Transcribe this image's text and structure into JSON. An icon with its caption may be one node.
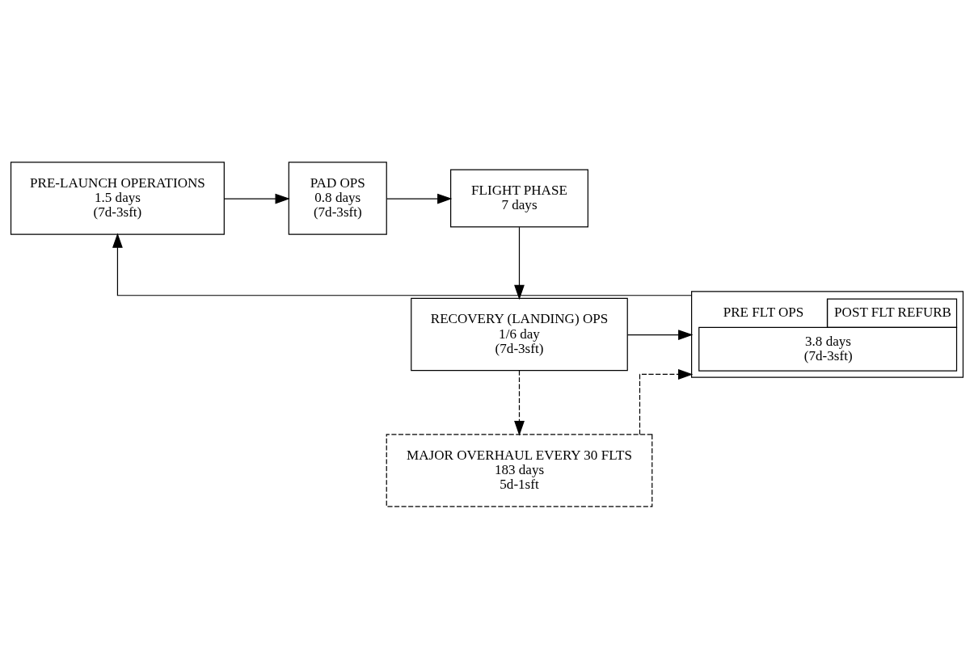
{
  "diagram": {
    "nodes": [
      {
        "text": [
          "PRE-LAUNCH OPERATIONS",
          "1.5 days",
          "(7d-3sft)"
        ]
      },
      {
        "text": [
          "PAD OPS",
          "0.8 days",
          "(7d-3sft)"
        ]
      },
      {
        "text": [
          "FLIGHT PHASE",
          "7 days"
        ]
      },
      {
        "text": [
          "RECOVERY (LANDING) OPS",
          "1/6 day",
          "(7d-3sft)"
        ]
      },
      {
        "text": [
          "PRE FLT OPS",
          "POST FLT REFURB",
          "3.8 days",
          "(7d-3sft)"
        ]
      },
      {
        "text": [
          "MAJOR OVERHAUL EVERY 30 FLTS",
          "183 days",
          "5d-1sft"
        ]
      }
    ],
    "edges": [
      {
        "from": 0,
        "to": 1,
        "arrow": "to"
      },
      {
        "from": 1,
        "to": 2,
        "arrow": "to"
      },
      {
        "from": 2,
        "to": 3,
        "arrow": "to"
      },
      {
        "from": 3,
        "to": 4,
        "arrow": "to"
      },
      {
        "from": 4,
        "to": 0,
        "arrow": "to"
      },
      {
        "from": 3,
        "to": 5,
        "arrow": "to",
        "style": "dashed"
      },
      {
        "from": 5,
        "to": 4,
        "arrow": "to",
        "style": "dashed"
      }
    ]
  }
}
